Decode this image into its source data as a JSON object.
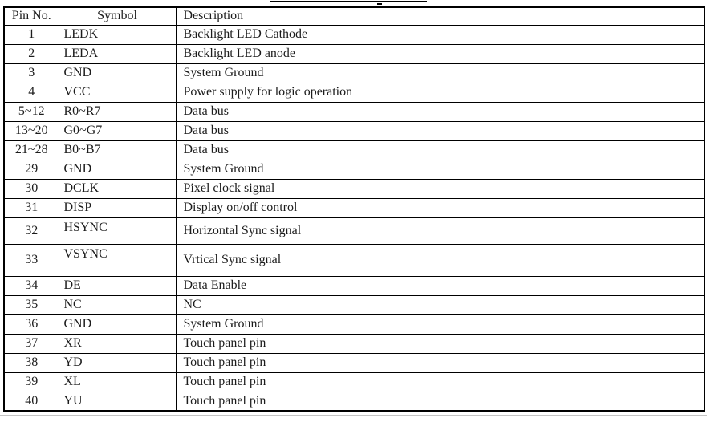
{
  "document": {
    "background": "#ffffff",
    "text_color": "#1c1c1c",
    "border_color": "#000000",
    "bottom_rule_color": "#c4c4c4"
  },
  "table": {
    "headers": [
      "Pin No.",
      "Symbol",
      "Description"
    ],
    "rows": [
      {
        "pin": "1",
        "symbol": "LEDK",
        "description": "Backlight LED Cathode"
      },
      {
        "pin": "2",
        "symbol": "LEDA",
        "description": "Backlight LED anode"
      },
      {
        "pin": "3",
        "symbol": "GND",
        "description": "System Ground"
      },
      {
        "pin": "4",
        "symbol": "VCC",
        "description": "Power supply for logic operation"
      },
      {
        "pin": "5~12",
        "symbol": "R0~R7",
        "description": "Data bus"
      },
      {
        "pin": "13~20",
        "symbol": "G0~G7",
        "description": "Data bus"
      },
      {
        "pin": "21~28",
        "symbol": "B0~B7",
        "description": "Data bus"
      },
      {
        "pin": "29",
        "symbol": "GND",
        "description": "System Ground"
      },
      {
        "pin": "30",
        "symbol": "DCLK",
        "description": "Pixel clock signal"
      },
      {
        "pin": "31",
        "symbol": "DISP",
        "description": "Display on/off control"
      },
      {
        "pin": "32",
        "symbol": "HSYNC",
        "description": "Horizontal Sync signal"
      },
      {
        "pin": "33",
        "symbol": "VSYNC",
        "description": "Vrtical Sync signal"
      },
      {
        "pin": "34",
        "symbol": "DE",
        "description": "Data Enable"
      },
      {
        "pin": "35",
        "symbol": "NC",
        "description": "NC"
      },
      {
        "pin": "36",
        "symbol": "GND",
        "description": "System Ground"
      },
      {
        "pin": "37",
        "symbol": "XR",
        "description": "Touch panel pin"
      },
      {
        "pin": "38",
        "symbol": "YD",
        "description": "Touch panel pin"
      },
      {
        "pin": "39",
        "symbol": "XL",
        "description": "Touch panel pin"
      },
      {
        "pin": "40",
        "symbol": "YU",
        "description": "Touch panel pin"
      }
    ]
  }
}
